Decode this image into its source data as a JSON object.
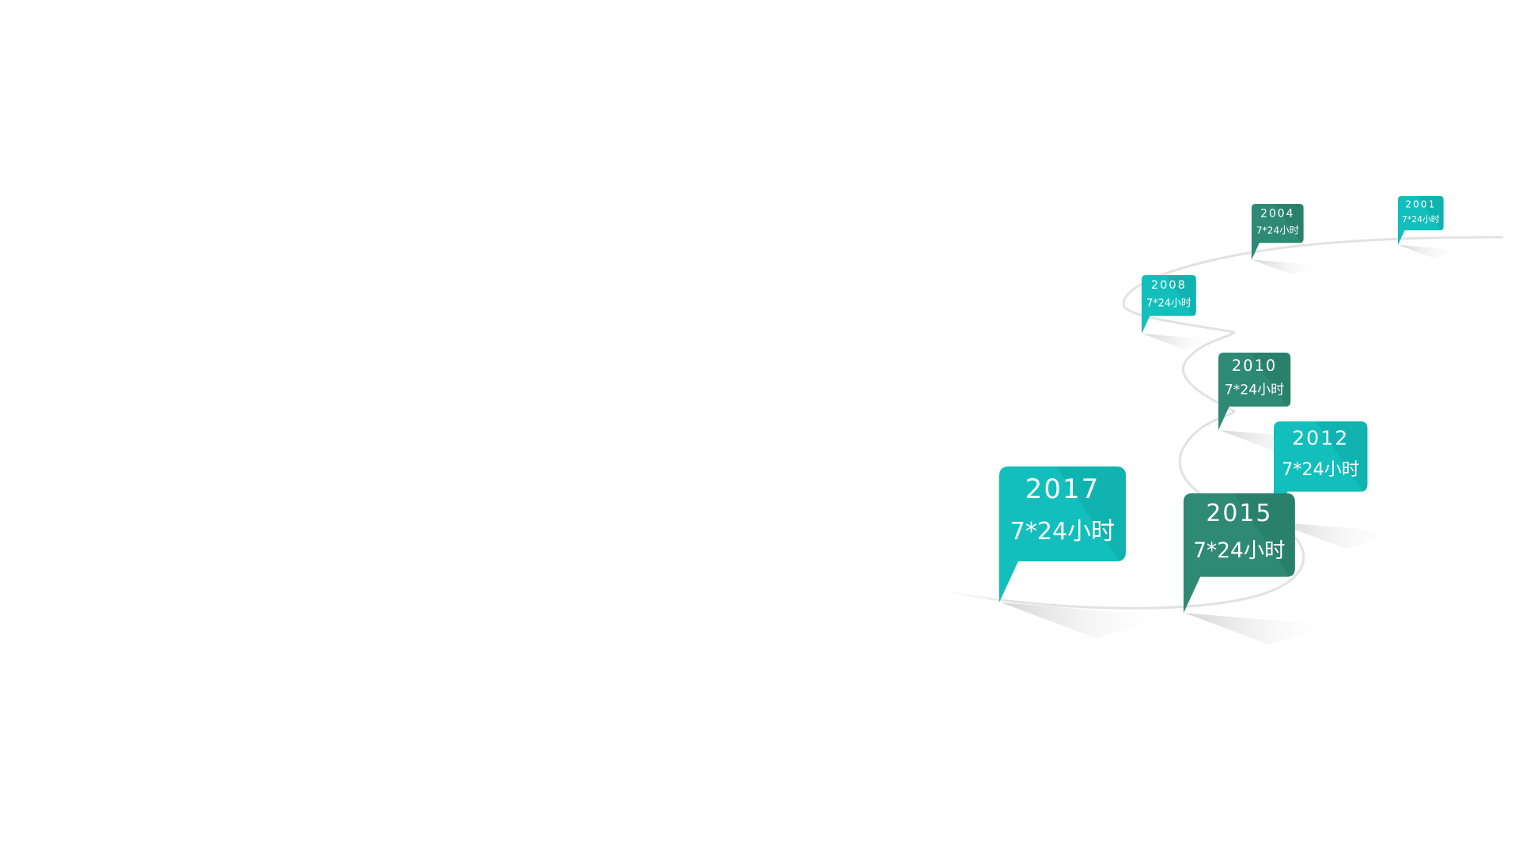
{
  "timeline": {
    "colors": {
      "teal": "#12bfbc",
      "teal_dark": "#0ea9a6",
      "green": "#2e8a74",
      "green_dark": "#267a66",
      "path": "#e6e6e6"
    },
    "milestones": [
      {
        "year": "2001",
        "label": "7*24小时",
        "color": "teal"
      },
      {
        "year": "2004",
        "label": "7*24小时",
        "color": "green"
      },
      {
        "year": "2008",
        "label": "7*24小时",
        "color": "teal"
      },
      {
        "year": "2010",
        "label": "7*24小时",
        "color": "green"
      },
      {
        "year": "2012",
        "label": "7*24小时",
        "color": "teal"
      },
      {
        "year": "2015",
        "label": "7*24小时",
        "color": "green"
      },
      {
        "year": "2017",
        "label": "7*24小时",
        "color": "teal"
      }
    ]
  }
}
